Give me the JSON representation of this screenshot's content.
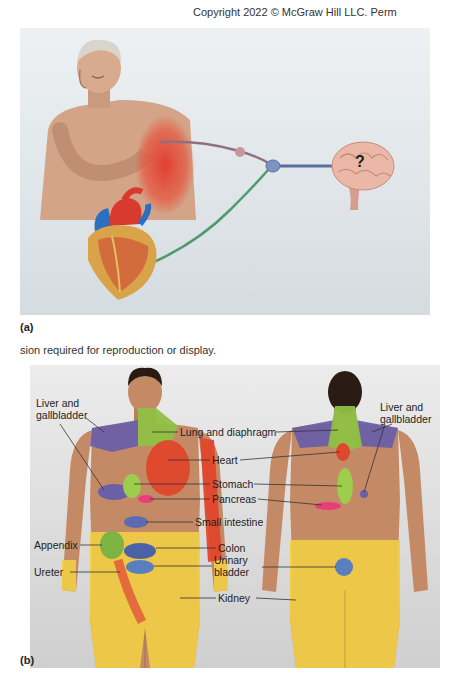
{
  "diagram": {
    "labels": [
      "Copyright 2022 © McGraw Hill LLC. Perm",
      "?",
      "(a)",
      "sion required for reproduction or display.",
      "Liver and gallbladder",
      "Lung and diaphragm",
      "Liver and gallbladder",
      "Heart",
      "Stomach",
      "Pancreas",
      "Small intestine",
      "Appendix",
      "Colon",
      "Urinary bladder",
      "Ureter",
      "Kidney",
      "(b)"
    ]
  }
}
